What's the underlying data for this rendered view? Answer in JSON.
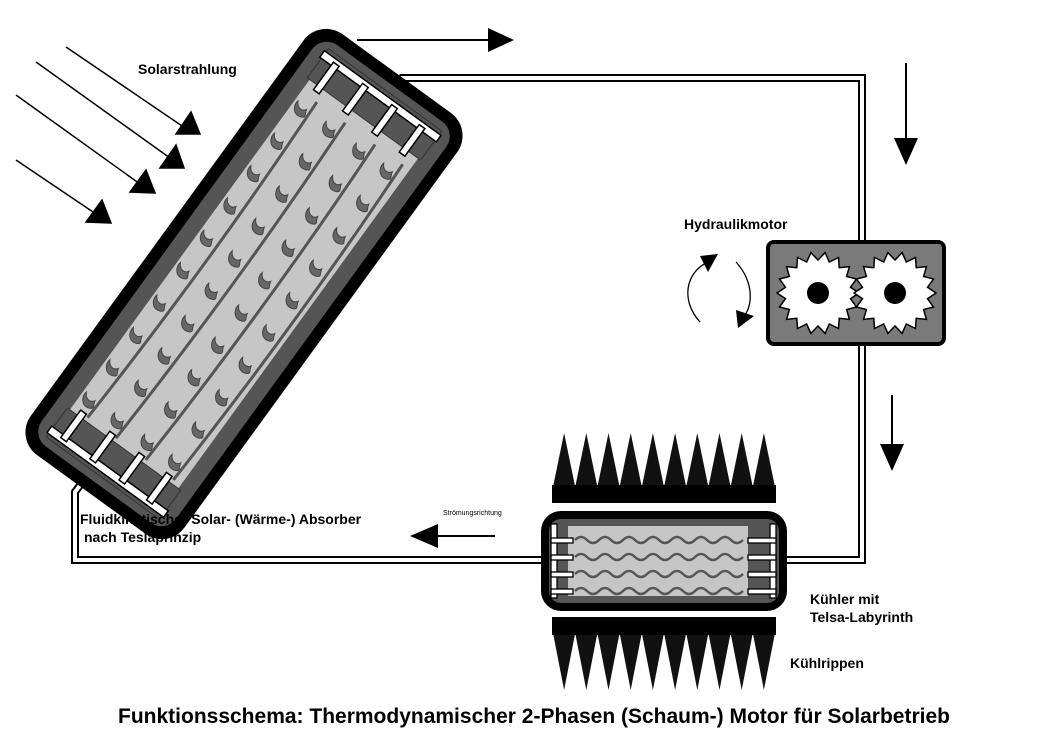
{
  "labels": {
    "solar_radiation": "Solarstrahlung",
    "hydraulic_motor": "Hydraulikmotor",
    "absorber_line1": "Fluidkinetischer Solar- (Wärme-) Absorber",
    "absorber_line2": "nach Teslaprinzip",
    "flow_direction": "Strömungsrichtung",
    "cooler_line1": "Kühler mit",
    "cooler_line2": "Telsa-Labyrinth",
    "cooling_fins": "Kühlrippen"
  },
  "caption": "Funktionsschema: Thermodynamischer 2-Phasen (Schaum-) Motor für Solarbetrieb",
  "colors": {
    "outline": "#000000",
    "dark_gray": "#555555",
    "mid_gray": "#7a7a7a",
    "light_gray": "#c8c8c8",
    "pipe_fill": "#ffffff"
  }
}
